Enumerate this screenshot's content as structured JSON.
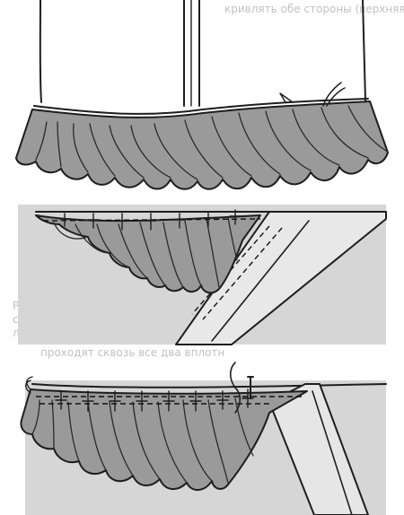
{
  "bleed_text": {
    "top_fragment": "кривлять обе стороны (верхняя",
    "line_a": "Русс",
    "line_b": "ст",
    "line_c": "ля",
    "line_d": "проходят сквозь все два вплотн"
  },
  "colors": {
    "ink": "#1e1e1e",
    "fabric": "#9a9a9a",
    "panel_background": "#d6d6d6",
    "paper": "#ffffff"
  },
  "panels": [
    {
      "id": "skirt-with-gathered-ruffle"
    },
    {
      "id": "ruffle-gathered-onto-fold-strip"
    },
    {
      "id": "ruffle-stitched-to-panel"
    }
  ]
}
